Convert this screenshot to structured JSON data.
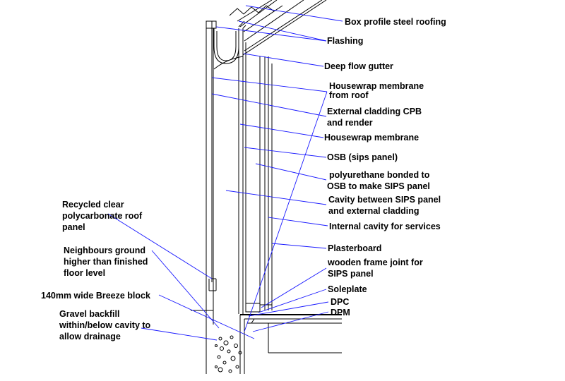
{
  "labels": {
    "roofing": "Box profile steel roofing",
    "flashing": "Flashing",
    "gutter": "Deep flow gutter",
    "housewrap_roof_1": "Housewrap membrane",
    "housewrap_roof_2": "from roof",
    "cladding_1": "External cladding CPB",
    "cladding_2": "and render",
    "housewrap": "Housewrap membrane",
    "osb": "OSB (sips panel)",
    "polyurethane_1": "polyurethane bonded to",
    "polyurethane_2": "OSB to make SIPS panel",
    "cavity_1": "Cavity between SIPS panel",
    "cavity_2": "and external cladding",
    "internal_cavity": "Internal cavity for services",
    "plasterboard": "Plasterboard",
    "frame_joint_1": "wooden frame joint for",
    "frame_joint_2": "SIPS panel",
    "soleplate": "Soleplate",
    "dpc": "DPC",
    "dpm": "DPM",
    "polycarb_1": "Recycled clear",
    "polycarb_2": "polycarbonate roof",
    "polycarb_3": "panel",
    "neighbours_1": "Neighbours ground",
    "neighbours_2": "higher than finished",
    "neighbours_3": "floor level",
    "breeze_block": "140mm wide Breeze block",
    "gravel_1": "Gravel backfill",
    "gravel_2": "within/below cavity to",
    "gravel_3": "allow drainage"
  },
  "colors": {
    "leader": "#1a1aff",
    "line": "#000000",
    "background": "#ffffff"
  }
}
